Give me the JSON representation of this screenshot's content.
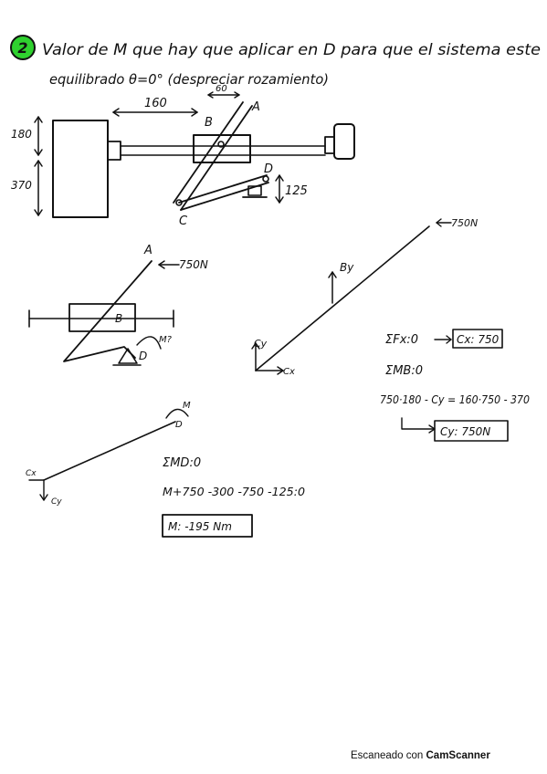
{
  "problem": {
    "number": "2",
    "title_line1": "Valor de M que hay que aplicar en D para que el sistema este",
    "title_line2": "equilibrado  θ=0° (despreciar rozamiento)"
  },
  "mechanism": {
    "dim_horizontal": "160",
    "dim_small": "60",
    "dim_left_top": "180",
    "dim_left_bottom": "370",
    "dim_right": "125",
    "points": {
      "A": "A",
      "B": "B",
      "C": "C",
      "D": "D"
    }
  },
  "fbd1": {
    "label_A": "A",
    "force": "750N",
    "label_B": "B",
    "label_D": "D",
    "moment": "M?"
  },
  "fbd2": {
    "force": "750N",
    "by": "By",
    "cy": "Cy",
    "cx": "Cx"
  },
  "fbd3": {
    "moment": "M",
    "label_D": "D",
    "cx": "Cx",
    "cy": "Cy"
  },
  "equations_right": {
    "eq1": "ΣFx:0",
    "res1": "Cx: 750",
    "eq2": "ΣMB:0",
    "eq3": "750·180 - Cy = 160·750 - 370",
    "res2": "Cy: 750N"
  },
  "equations_bottom": {
    "eq1": "ΣMD:0",
    "eq2": "M+750 -300 -750 -125:0",
    "result": "M: -195 Nm"
  },
  "footer": {
    "prefix": "Escaneado con",
    "brand": "CamScanner"
  }
}
